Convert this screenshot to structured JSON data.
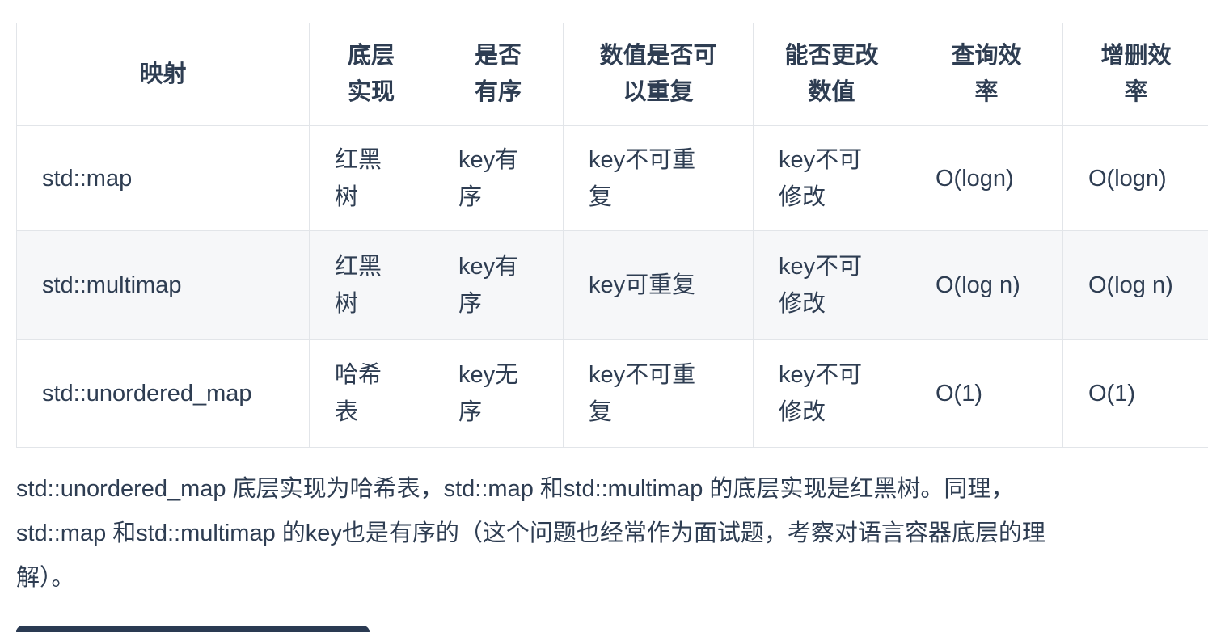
{
  "table": {
    "headers": [
      "映射",
      "底层\n实现",
      "是否\n有序",
      "数值是否可\n以重复",
      "能否更改\n数值",
      "查询效\n率",
      "增删效\n率"
    ],
    "rows": [
      [
        "std::map",
        "红黑\n树",
        "key有\n序",
        "key不可重\n复",
        "key不可\n修改",
        "O(logn)",
        "O(logn)"
      ],
      [
        "std::multimap",
        "红黑\n树",
        "key有\n序",
        "key可重复",
        "key不可\n修改",
        "O(log n)",
        "O(log n)"
      ],
      [
        "std::unordered_map",
        "哈希\n表",
        "key无\n序",
        "key不可重\n复",
        "key不可\n修改",
        "O(1)",
        "O(1)"
      ]
    ]
  },
  "paragraph": "std::unordered_map 底层实现为哈希表，std::map 和std::multimap 的底层实现是红黑树。同理，\nstd::map 和std::multimap 的key也是有序的（这个问题也经常作为面试题，考察对语言容器底层的理\n解）。",
  "colors": {
    "text": "#2e3d52",
    "table_border": "#e2e5e9",
    "striped_row_background": "#f6f7f9",
    "code_block_bar": "#2a3a52",
    "page_background": "#ffffff"
  }
}
